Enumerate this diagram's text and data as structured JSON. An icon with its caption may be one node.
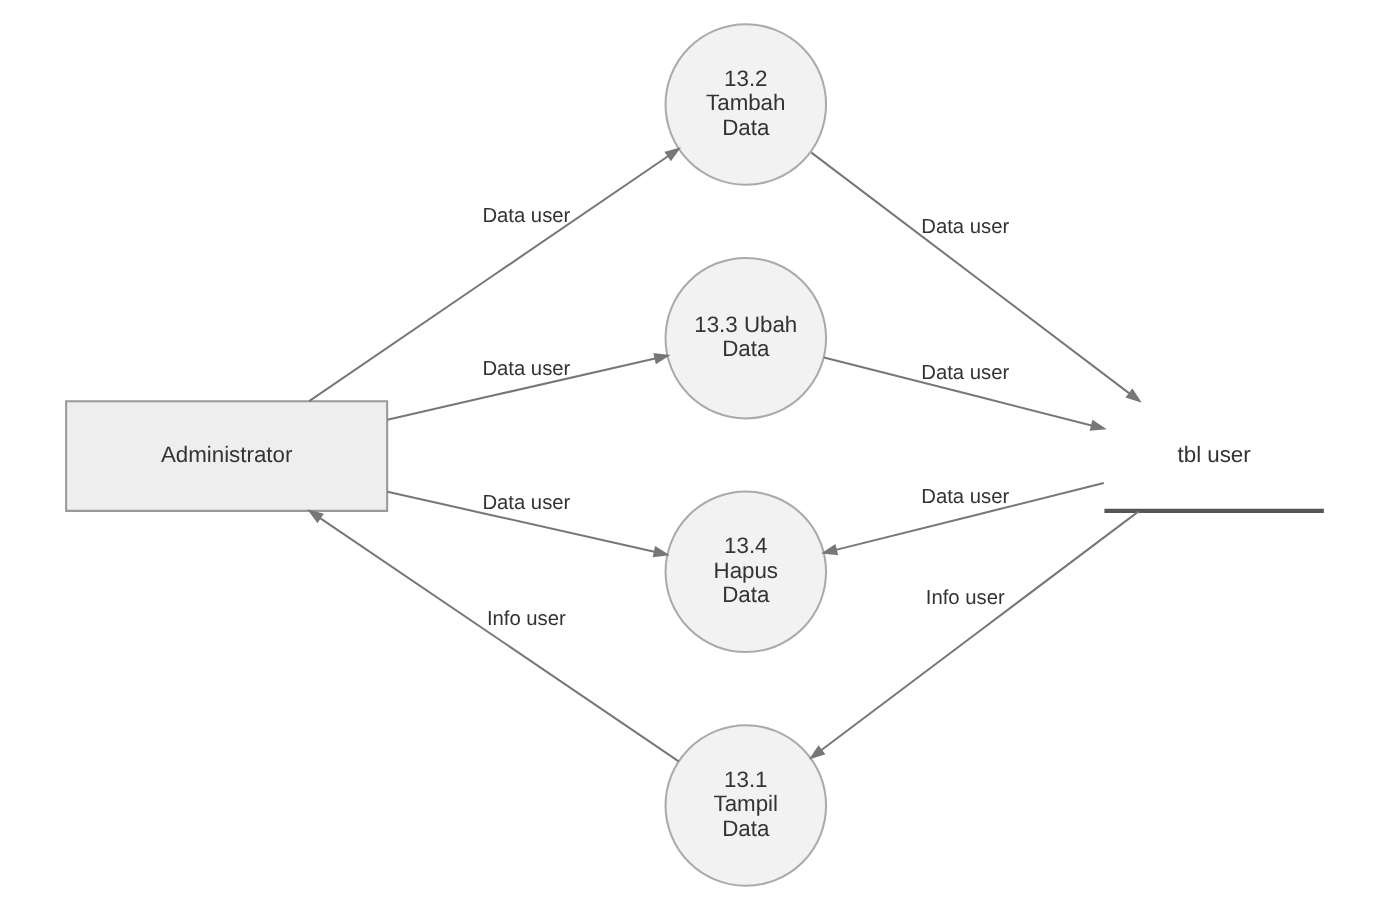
{
  "diagram": {
    "nodes": [
      {
        "text": [
          "Administrator"
        ]
      },
      {
        "text": [
          "13.1 Tampil Data"
        ]
      },
      {
        "text": [
          "13.2 Tambah Data"
        ]
      },
      {
        "text": [
          "13.3 Ubah Data"
        ]
      },
      {
        "text": [
          "13.4 Hapus Data"
        ]
      },
      {
        "text": [
          "tbl user"
        ]
      }
    ],
    "edges": [
      {
        "from": 5,
        "to": 1,
        "arrow": "to",
        "label": "Info user"
      },
      {
        "from": 1,
        "to": 0,
        "arrow": "to",
        "label": "Info user"
      },
      {
        "from": 0,
        "to": 2,
        "arrow": "to",
        "label": "Data user"
      },
      {
        "from": 2,
        "to": 5,
        "arrow": "to",
        "label": "Data user"
      },
      {
        "from": 0,
        "to": 3,
        "arrow": "to",
        "label": "Data user"
      },
      {
        "from": 3,
        "to": 5,
        "arrow": "to",
        "label": "Data user"
      },
      {
        "from": 0,
        "to": 4,
        "arrow": "to",
        "label": "Data user"
      },
      {
        "from": 5,
        "to": 4,
        "arrow": "to",
        "label": "Data user"
      }
    ]
  }
}
